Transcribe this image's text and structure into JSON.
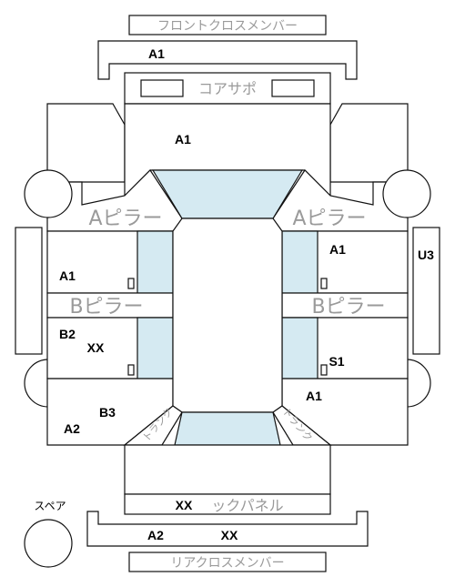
{
  "colors": {
    "glass": "#d5eaf2",
    "label_gray": "#9a9a9a",
    "line": "#111111"
  },
  "labels": {
    "front_cross_member": "フロントクロスメンバー",
    "core_support": "コアサポ",
    "a_pillar_left": "Aピラー",
    "a_pillar_right": "Aピラー",
    "b_pillar_left": "Bピラー",
    "b_pillar_right": "Bピラー",
    "back_panel": "ックパネル",
    "rear_cross_member": "リアクロスメンバー",
    "spare": "スペア",
    "trunk_left": "トランク",
    "trunk_right": "トランク"
  },
  "codes": {
    "front_cross_member": "A1",
    "hood": "A1",
    "right_front_door": "A1",
    "left_front_door": "A1",
    "right_rocker": "U3",
    "left_rear_door_1": "B2",
    "left_rear_door_2": "XX",
    "right_rear_door": "S1",
    "left_rear_fender": "B3",
    "right_rear_fender": "A1",
    "left_quarter": "A2",
    "back_panel": "XX",
    "rear_cross_member_left": "A2",
    "rear_cross_member_right": "XX"
  }
}
